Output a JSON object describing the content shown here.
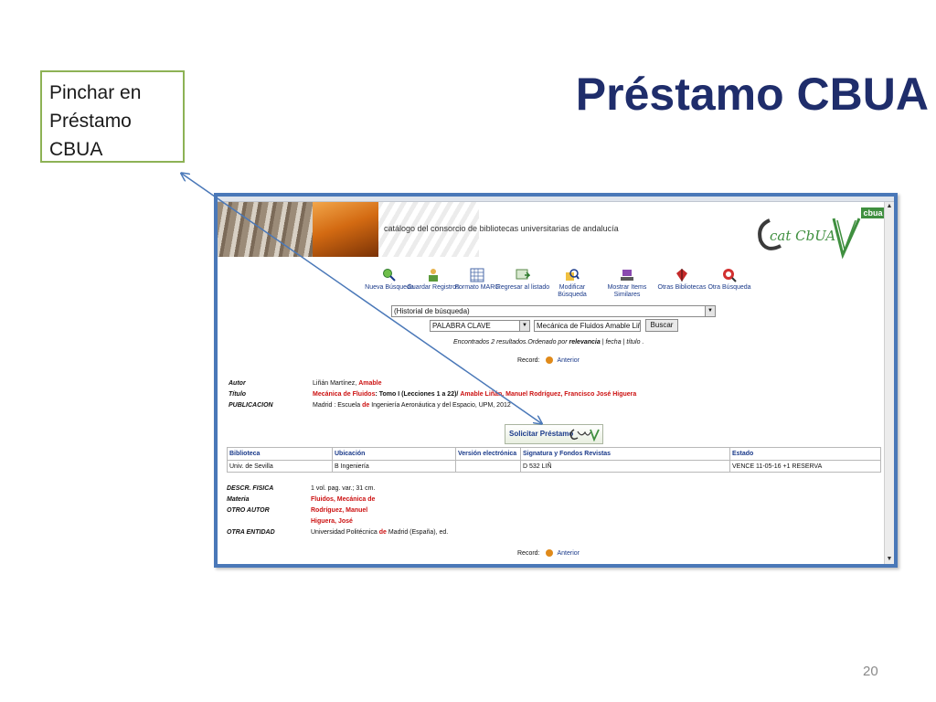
{
  "slide": {
    "title": "Préstamo CBUA",
    "callout_text": "Pinchar en Préstamo CBUA",
    "page_number": "20"
  },
  "catalog": {
    "banner_text": "catálogo del consorcio de bibliotecas universitarias de andalucía",
    "logo_text": "cat CbUA",
    "logo_tag": "cbua",
    "toolbar": {
      "nueva_busqueda": "Nueva Búsqueda",
      "guardar_registros": "Guardar Registros",
      "formato_marc": "Formato MARC",
      "regresar_listado": "Regresar al listado",
      "modificar_busqueda": "Modificar Búsqueda",
      "mostrar_similares": "Mostrar Items Similares",
      "otras_bibliotecas": "Otras Bibliotecas",
      "otra_busqueda": "Otra Búsqueda"
    },
    "search": {
      "history_value": "(Historial de búsqueda)",
      "field_value": "PALABRA CLAVE",
      "query_value": "Mecánica de Fluidos Amable Liñ",
      "buscar_label": "Buscar"
    },
    "results": {
      "found_text": "Encontrados 2 resultados.",
      "ordered_by": "Ordenado por",
      "relevancia": "relevancia",
      "sep1": "|",
      "fecha": "fecha",
      "sep2": "|",
      "titulo": "título",
      "end": "."
    },
    "record_nav": {
      "label": "Record:",
      "anterior": "Anterior"
    },
    "record": {
      "autor_label": "Autor",
      "autor_value": "Liñán Martínez,",
      "autor_highlight": "Amable",
      "titulo_label": "Título",
      "titulo_highlight1": "Mecánica de Fluidos",
      "titulo_mid": ": Tomo I (Lecciones 1 a 22)/",
      "titulo_highlight2": "Amable Liñán, Manuel Rodríguez, Francisco José Higuera",
      "publicacion_label": "PUBLICACION",
      "publicacion_pre": "Madrid : Escuela",
      "publicacion_de": "de",
      "publicacion_post": "Ingeniería Aeronáutica y del Espacio, UPM, 2012"
    },
    "solicitar_label": "Solicitar Préstamo",
    "holdings": {
      "headers": [
        "Biblioteca",
        "Ubicación",
        "Versión electrónica",
        "Signatura y Fondos Revistas",
        "Estado"
      ],
      "row": [
        "Univ. de Sevilla",
        "B Ingeniería",
        "",
        "D 532 LIÑ",
        "VENCE 11-05-16 +1 RESERVA"
      ]
    },
    "details": {
      "descr_label": "DESCR. FISICA",
      "descr_value": "1 vol. pag. var.; 31 cm.",
      "materia_label": "Materia",
      "materia_value": "Fluidos, Mecánica de",
      "otro_autor_label": "OTRO AUTOR",
      "otro_autor_value1": "Rodríguez, Manuel",
      "otro_autor_value2": "Higuera, José",
      "otra_entidad_label": "OTRA ENTIDAD",
      "otra_entidad_pre": "Universidad Politécnica",
      "otra_entidad_de": "de",
      "otra_entidad_post": "Madrid (España), ed."
    }
  },
  "colors": {
    "title": "#1f2d6b",
    "callout_border": "#8db255",
    "frame_border": "#4a78b8",
    "link": "#1a3a8a",
    "highlight": "#cc1111",
    "arrow": "#4a78b8"
  }
}
